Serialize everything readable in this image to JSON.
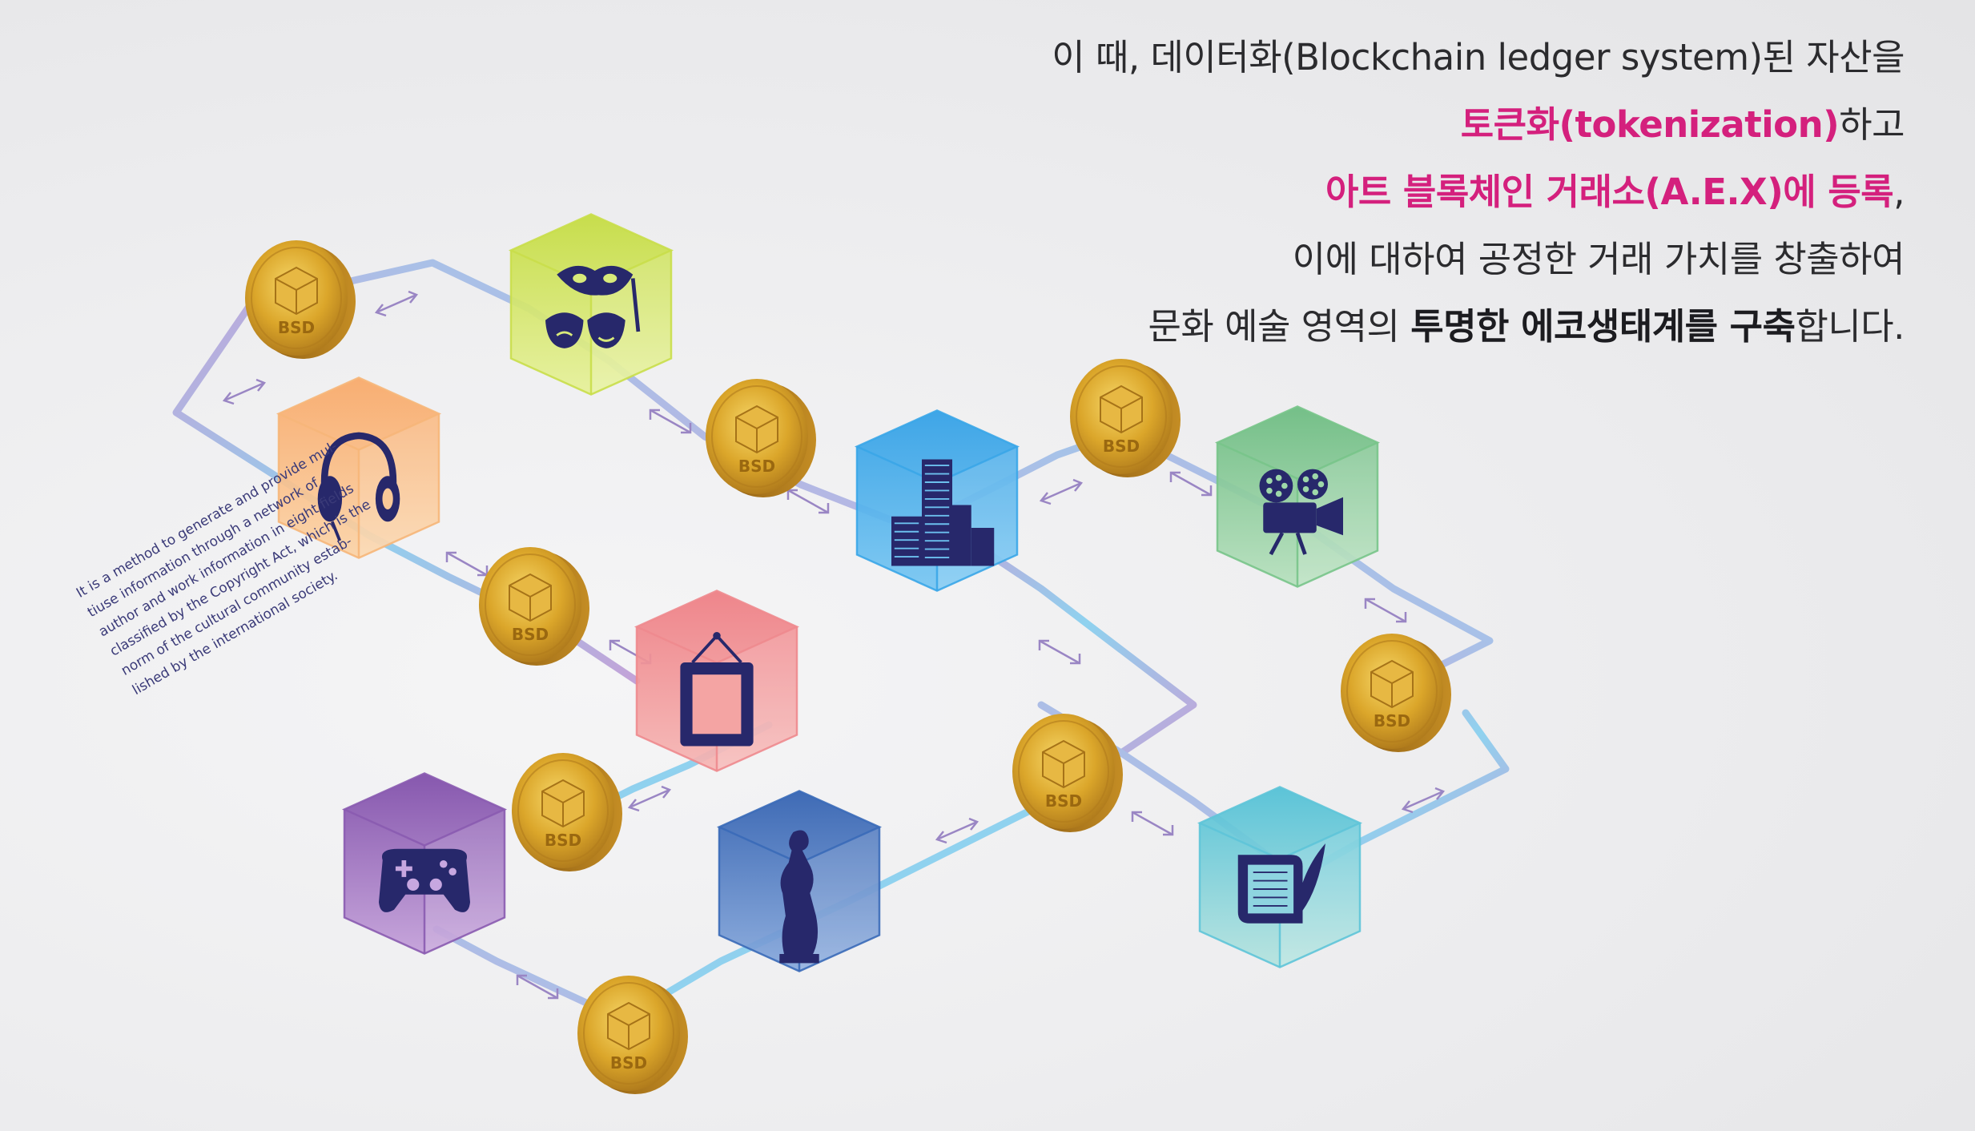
{
  "headline": {
    "line1": "이 때, 데이터화(Blockchain ledger system)된 자산을",
    "line2_highlight": "토큰화(tokenization)",
    "line2_rest": "하고",
    "line3_highlight": "아트 블록체인 거래소(A.E.X)에 등록",
    "line3_rest": ",",
    "line4": "이에 대하여 공정한 거래 가치를 창출하여",
    "line5_a": "문화 예술 영역의 ",
    "line5_bold": "투명한 에코생태계를 구축",
    "line5_b": "합니다."
  },
  "caption": {
    "lines": [
      "It is a method to generate and provide mul-",
      "tiuse information through a network of",
      "author and work information in eight fields",
      "classified by the Copyright Act, which is the",
      "norm of the cultural community estab-",
      "lished by the international society."
    ]
  },
  "coin_label": "BSD",
  "colors": {
    "accent_pink": "#d4207d",
    "text_dark": "#2b2b2e",
    "caption_text": "#3a3a78",
    "coin_gold": "#d9a425"
  },
  "nodes": [
    {
      "name": "theater-masks-cube",
      "icon": "theater-masks-icon",
      "color": "#c9de4a"
    },
    {
      "name": "headphones-cube",
      "icon": "headphones-icon",
      "color": "#f6b679"
    },
    {
      "name": "building-cube",
      "icon": "building-icon",
      "color": "#3aa6e8"
    },
    {
      "name": "film-projector-cube",
      "icon": "film-projector-icon",
      "color": "#78c48a"
    },
    {
      "name": "picture-frame-cube",
      "icon": "picture-frame-icon",
      "color": "#ee8a8e"
    },
    {
      "name": "gamepad-cube",
      "icon": "gamepad-icon",
      "color": "#8a5bb0"
    },
    {
      "name": "statue-cube",
      "icon": "statue-icon",
      "color": "#3a6ab8"
    },
    {
      "name": "scroll-quill-cube",
      "icon": "scroll-quill-icon",
      "color": "#5ec4d8"
    }
  ]
}
